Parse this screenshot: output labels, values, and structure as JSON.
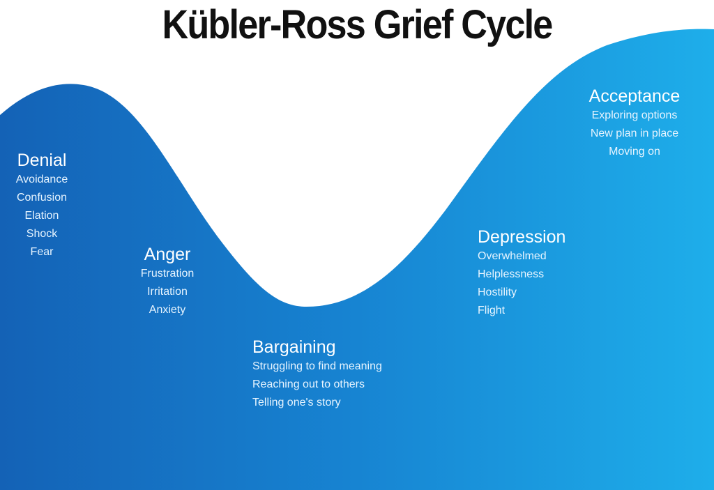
{
  "title": "Kübler-Ross Grief Cycle",
  "colors": {
    "dark_blue": "#1565b8",
    "light_blue": "#1ca8e8"
  },
  "stages": [
    {
      "name": "Denial",
      "items": [
        "Avoidance",
        "Confusion",
        "Elation",
        "Shock",
        "Fear"
      ]
    },
    {
      "name": "Anger",
      "items": [
        "Frustration",
        "Irritation",
        "Anxiety"
      ]
    },
    {
      "name": "Bargaining",
      "items": [
        "Struggling to find meaning",
        "Reaching out to others",
        "Telling one's story"
      ]
    },
    {
      "name": "Depression",
      "items": [
        "Overwhelmed",
        "Helplessness",
        "Hostility",
        "Flight"
      ]
    },
    {
      "name": "Acceptance",
      "items": [
        "Exploring options",
        "New plan in place",
        "Moving on"
      ]
    }
  ]
}
